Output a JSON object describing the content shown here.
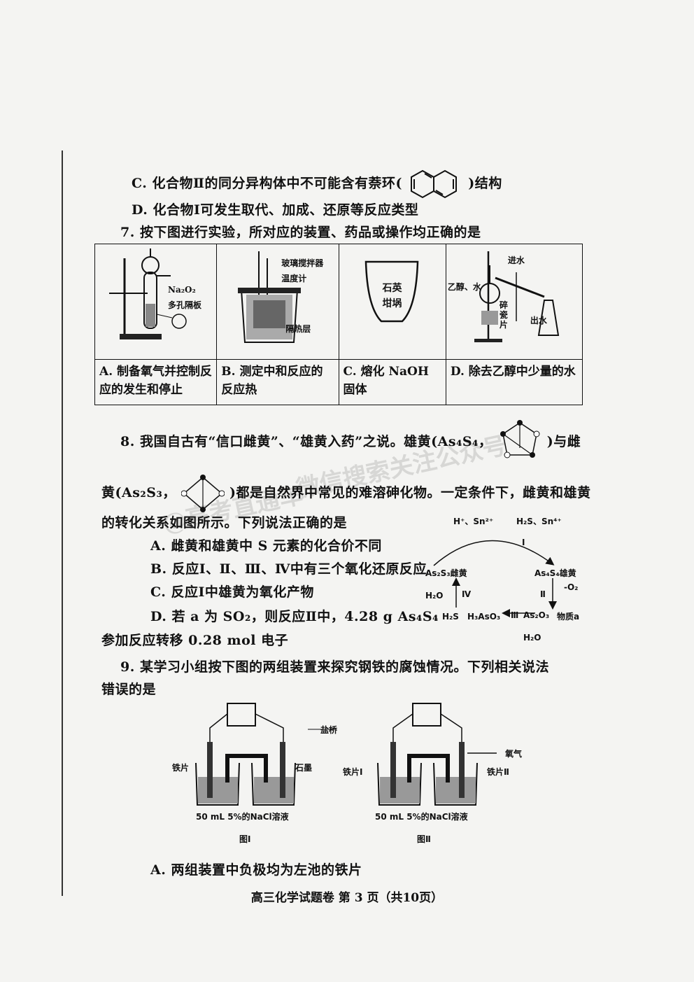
{
  "options_q6": {
    "c_prefix": "C. 化合物Ⅱ的同分异构体中不可能含有萘环(",
    "c_suffix": ")结构",
    "d": "D. 化合物Ⅰ可发生取代、加成、还原等反应类型"
  },
  "q7": {
    "stem": "7. 按下图进行实验，所对应的装置、药品或操作均正确的是",
    "cells": [
      {
        "caption": "A. 制备氧气并控制反应的发生和停止",
        "labels": [
          "Na₂O₂",
          "多孔隔板"
        ]
      },
      {
        "caption": "B. 测定中和反应的反应热",
        "labels": [
          "玻璃搅拌器",
          "温度计",
          "隔热层"
        ]
      },
      {
        "caption": "C. 熔化 NaOH 固体",
        "labels": [
          "石英",
          "坩埚"
        ]
      },
      {
        "caption": "D. 除去乙醇中少量的水",
        "labels": [
          "乙醇、水",
          "进水",
          "碎瓷片",
          "出水"
        ]
      }
    ]
  },
  "q8": {
    "line1_a": "8. 我国自古有“信口雌黄”、“雄黄入药”之说。雄黄(As₄S₄，",
    "line1_b": ")与雌",
    "line2_a": "黄(As₂S₃，",
    "line2_b": ")都是自然界中常见的难溶砷化物。一定条件下，雌黄和雄黄",
    "line3": "的转化关系如图所示。下列说法正确的是",
    "options": [
      "A. 雌黄和雄黄中 S 元素的化合价不同",
      "B. 反应Ⅰ、Ⅱ、Ⅲ、Ⅳ中有三个氧化还原反应",
      "C. 反应Ⅰ中雄黄为氧化产物",
      "D. 若 a 为 SO₂，则反应Ⅱ中，4.28 g As₄S₄"
    ],
    "option_d_cont": "参加反应转移 0.28 mol 电子",
    "diagram": {
      "top_left": "H⁺、Sn²⁺",
      "top_right": "H₂S、Sn⁴⁺",
      "r1": "Ⅰ",
      "r2": "Ⅱ",
      "r3": "Ⅲ",
      "r4": "Ⅳ",
      "left_node": "As₂S₃雌黄",
      "right_node": "As₄S₄雄黄",
      "o2": "-O₂",
      "h2o_left": "H₂O",
      "h2s": "H₂S",
      "h3aso": "H₃AsO₃",
      "as2o3": "As₂O₃",
      "substance_a": "物质a",
      "h2o_bottom": "H₂O"
    }
  },
  "q9": {
    "stem_1": "9. 某学习小组按下图的两组装置来探究钢铁的腐蚀情况。下列相关说法",
    "stem_2": "错误的是",
    "labels": {
      "salt_bridge": "盐桥",
      "iron": "铁片",
      "graphite": "石墨",
      "oxygen": "氧气",
      "iron_1": "铁片Ⅰ",
      "iron_2": "铁片Ⅱ",
      "solution": "50 mL 5%的NaCl溶液",
      "fig1": "图Ⅰ",
      "fig2": "图Ⅱ"
    },
    "option_a": "A. 两组装置中负极均为左池的铁片"
  },
  "footer": "高三化学试题卷 第 3 页（共10页）",
  "watermark": [
    "微信搜索关注公众号",
    "@高考直通车"
  ]
}
